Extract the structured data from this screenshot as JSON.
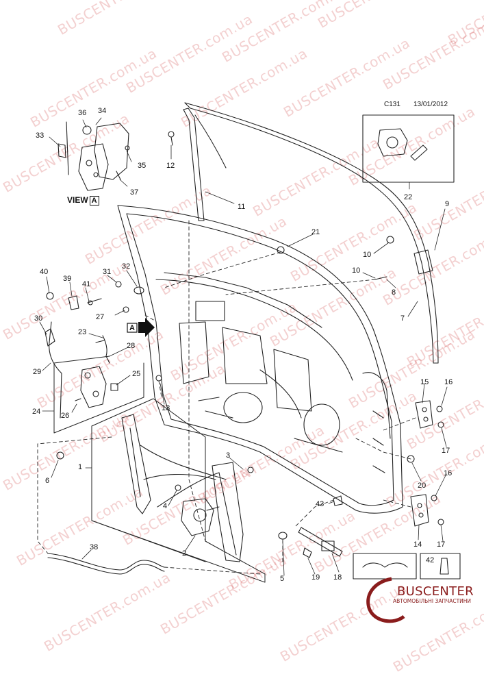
{
  "header": {
    "code": "C131",
    "date": "13/01/2012"
  },
  "view_label": "VIEW",
  "view_letter": "A",
  "arrow_letter": "A",
  "logo": {
    "name": "BUSCENTER",
    "tagline": "АВТОМОБІЛЬНІ ЗАПЧАСТИНИ",
    "color": "#8a1c1c"
  },
  "watermark": "BUSCENTER.com.ua",
  "callouts": [
    {
      "id": "c36",
      "label": "36"
    },
    {
      "id": "c34",
      "label": "34"
    },
    {
      "id": "c33",
      "label": "33"
    },
    {
      "id": "c35",
      "label": "35"
    },
    {
      "id": "c37",
      "label": "37"
    },
    {
      "id": "c12",
      "label": "12"
    },
    {
      "id": "c11",
      "label": "11"
    },
    {
      "id": "c22",
      "label": "22"
    },
    {
      "id": "c9",
      "label": "9"
    },
    {
      "id": "c21",
      "label": "21"
    },
    {
      "id": "c10a",
      "label": "10"
    },
    {
      "id": "c10b",
      "label": "10"
    },
    {
      "id": "c8",
      "label": "8"
    },
    {
      "id": "c7",
      "label": "7"
    },
    {
      "id": "c40",
      "label": "40"
    },
    {
      "id": "c39",
      "label": "39"
    },
    {
      "id": "c41",
      "label": "41"
    },
    {
      "id": "c31",
      "label": "31"
    },
    {
      "id": "c32",
      "label": "32"
    },
    {
      "id": "c27",
      "label": "27"
    },
    {
      "id": "c30",
      "label": "30"
    },
    {
      "id": "c23",
      "label": "23"
    },
    {
      "id": "c28",
      "label": "28"
    },
    {
      "id": "c29",
      "label": "29"
    },
    {
      "id": "c25",
      "label": "25"
    },
    {
      "id": "c24",
      "label": "24"
    },
    {
      "id": "c26",
      "label": "26"
    },
    {
      "id": "c13",
      "label": "13"
    },
    {
      "id": "c15",
      "label": "15"
    },
    {
      "id": "c16a",
      "label": "16"
    },
    {
      "id": "c17a",
      "label": "17"
    },
    {
      "id": "c1",
      "label": "1"
    },
    {
      "id": "c6",
      "label": "6"
    },
    {
      "id": "c3",
      "label": "3"
    },
    {
      "id": "c4",
      "label": "4"
    },
    {
      "id": "c20",
      "label": "20"
    },
    {
      "id": "c16b",
      "label": "16"
    },
    {
      "id": "c43",
      "label": "43"
    },
    {
      "id": "c14",
      "label": "14"
    },
    {
      "id": "c17b",
      "label": "17"
    },
    {
      "id": "c2",
      "label": "2"
    },
    {
      "id": "c38",
      "label": "38"
    },
    {
      "id": "c5",
      "label": "5"
    },
    {
      "id": "c19",
      "label": "19"
    },
    {
      "id": "c18",
      "label": "18"
    },
    {
      "id": "c42",
      "label": "42"
    }
  ]
}
